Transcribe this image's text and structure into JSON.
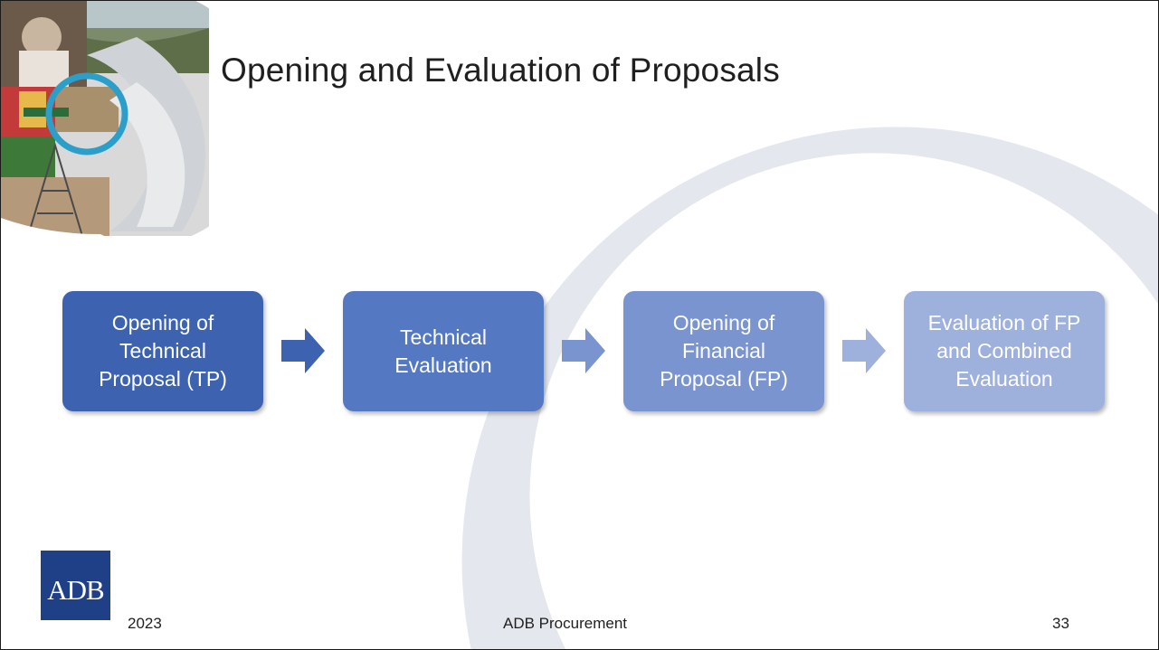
{
  "title": "Opening and Evaluation of Proposals",
  "steps": [
    {
      "label": "Opening of\nTechnical\nProposal (TP)",
      "color": "#3d63b0"
    },
    {
      "label": "Technical\nEvaluation",
      "color": "#5578c2"
    },
    {
      "label": "Opening of\nFinancial\nProposal (FP)",
      "color": "#7a94cf"
    },
    {
      "label": "Evaluation of FP\nand Combined\nEvaluation",
      "color": "#9eb0dc"
    }
  ],
  "arrow_colors": [
    "#3d63b0",
    "#7a94cf",
    "#9eb0dc"
  ],
  "logo": {
    "text": "ADB",
    "color": "#1f3f86"
  },
  "footer": {
    "year": "2023",
    "center": "ADB Procurement",
    "page": "33"
  },
  "theme": {
    "ring_color": "#e3e6ec",
    "corner_ring_color": "#2b9fc9"
  }
}
